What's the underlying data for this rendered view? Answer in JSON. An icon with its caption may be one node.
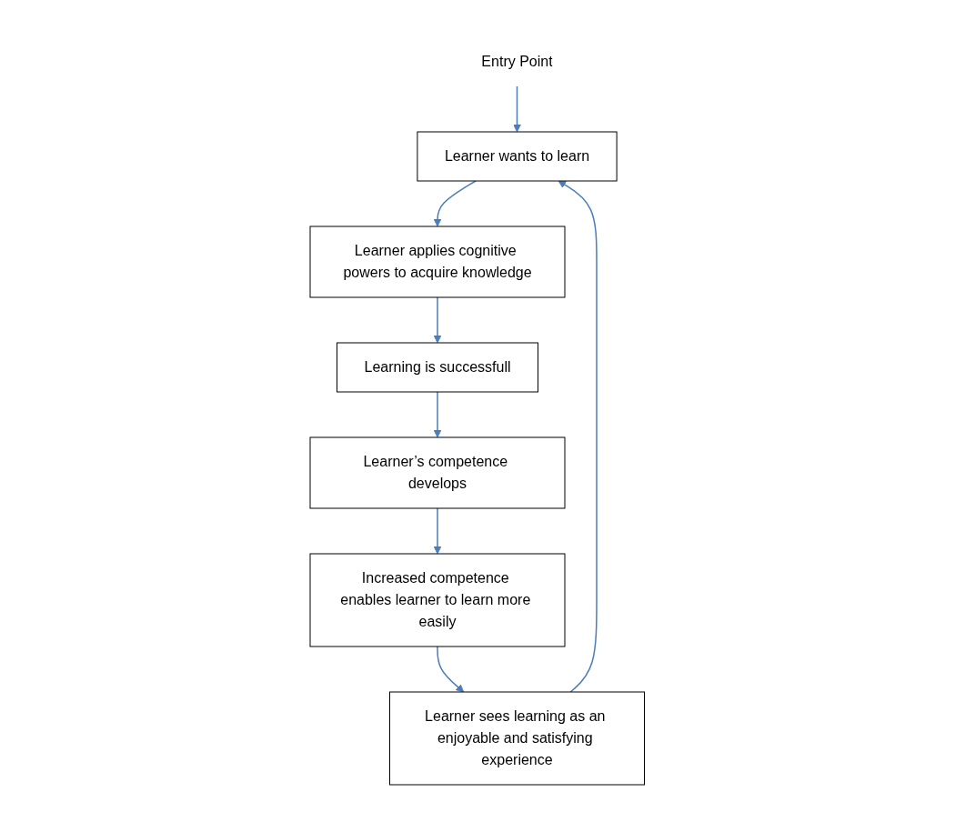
{
  "diagram": {
    "nodes": [
      {
        "text": [
          "Entry Point"
        ]
      },
      {
        "text": [
          "Learner wants to learn"
        ]
      },
      {
        "text": [
          "Learner applies cognitive powers to acquire knowledge"
        ]
      },
      {
        "text": [
          "Learning is successfull"
        ]
      },
      {
        "text": [
          "Learner’s competence develops"
        ]
      },
      {
        "text": [
          "Increased competence enables learner to learn more easily"
        ]
      },
      {
        "text": [
          "Learner sees learning as an enjoyable and satisfying experience"
        ]
      }
    ],
    "edges": [
      {
        "from": 0,
        "to": 1,
        "arrow": "to"
      },
      {
        "from": 1,
        "to": 2,
        "arrow": "to"
      },
      {
        "from": 2,
        "to": 3,
        "arrow": "to"
      },
      {
        "from": 3,
        "to": 4,
        "arrow": "to"
      },
      {
        "from": 4,
        "to": 5,
        "arrow": "to"
      },
      {
        "from": 5,
        "to": 6,
        "arrow": "to"
      },
      {
        "from": 6,
        "to": 1,
        "arrow": "to"
      }
    ]
  }
}
